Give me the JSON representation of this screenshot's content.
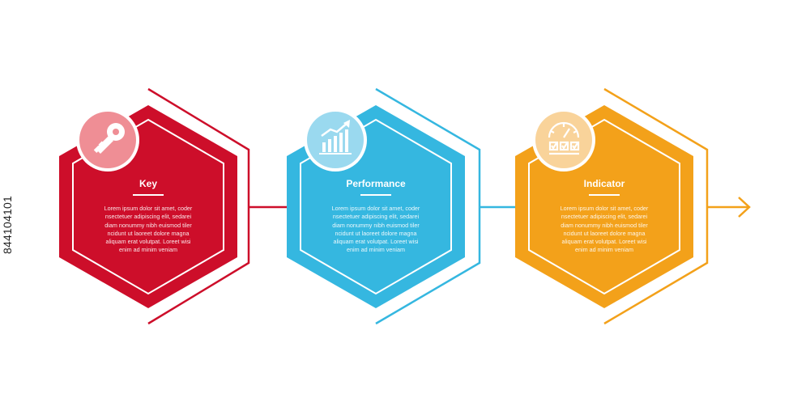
{
  "side_id": "844104101",
  "steps": [
    {
      "title": "Key",
      "icon": "key-icon",
      "color": "#cd0e2a",
      "body": "Lorem ipsum dolor sit amet, coder\nnsectetuer adipiscing elit, sedarei\ndiam nonummy nibh euismod tiler\nncidunt ut laoreet dolore magna\naliquam erat volutpat. Loreet wisi\nenim ad minim veniam"
    },
    {
      "title": "Performance",
      "icon": "chart-growth-icon",
      "color": "#35b7e0",
      "body": "Lorem ipsum dolor sit amet, coder\nnsectetuer adipiscing elit, sedarei\ndiam nonummy nibh euismod tiler\nncidunt ut laoreet dolore magna\naliquam erat volutpat. Loreet wisi\nenim ad minim veniam"
    },
    {
      "title": "Indicator",
      "icon": "gauge-checklist-icon",
      "color": "#f3a11a",
      "body": "Lorem ipsum dolor sit amet, coder\nnsectetuer adipiscing elit, sedarei\ndiam nonummy nibh euismod tiler\nncidunt ut laoreet dolore magna\naliquam erat volutpat. Loreet wisi\nenim ad minim veniam"
    }
  ],
  "arrow_icon": "arrow-right-icon"
}
